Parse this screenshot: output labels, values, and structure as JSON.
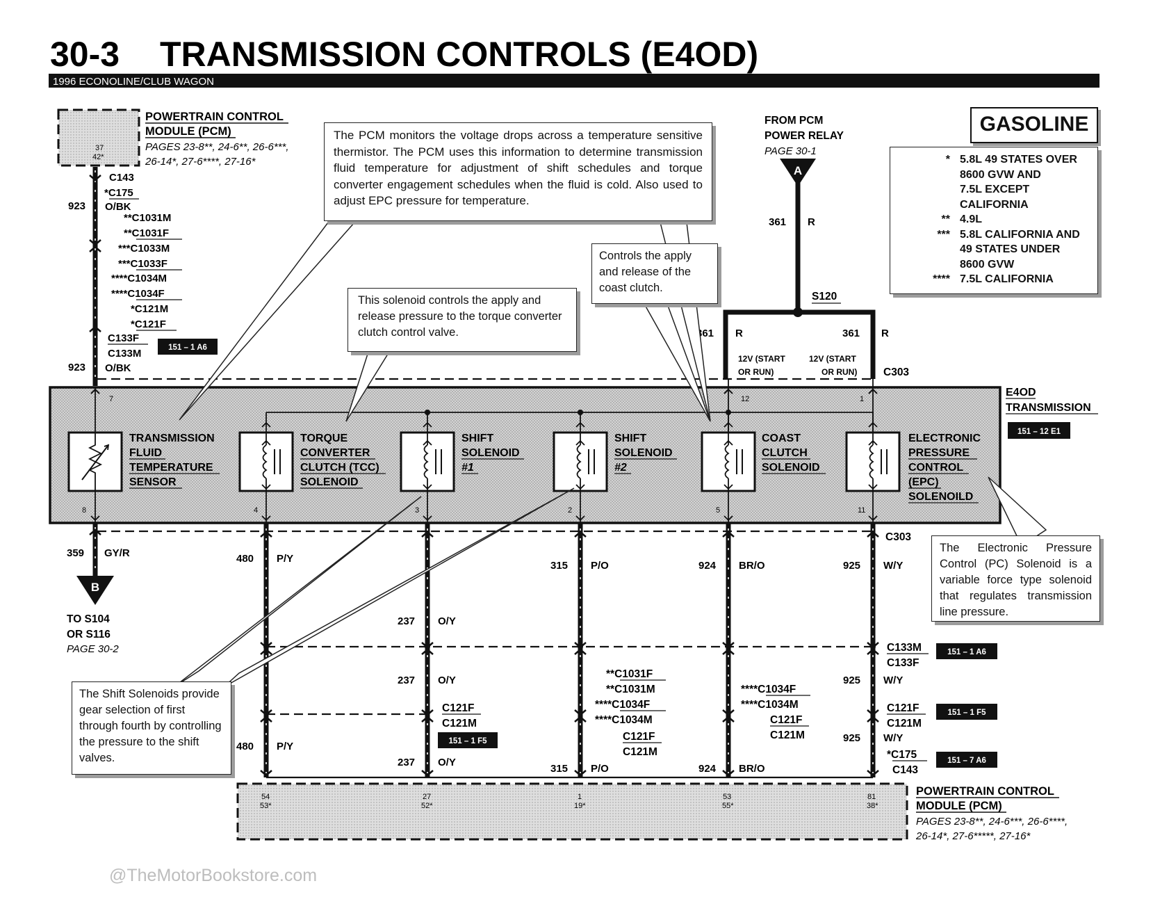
{
  "header": {
    "section": "30-3",
    "title": "TRANSMISSION CONTROLS (E4OD)",
    "vehicle": "1996 ECONOLINE/CLUB WAGON"
  },
  "badges": {
    "gasoline": "GASOLINE"
  },
  "legend": [
    {
      "mark": "*",
      "text": "5.8L 49 STATES OVER\n8600 GVW AND\n7.5L EXCEPT\nCALIFORNIA"
    },
    {
      "mark": "**",
      "text": "4.9L"
    },
    {
      "mark": "***",
      "text": "5.8L CALIFORNIA AND\n49 STATES UNDER\n8600 GVW"
    },
    {
      "mark": "****",
      "text": "7.5L CALIFORNIA"
    }
  ],
  "callouts": {
    "tft": "The PCM monitors the voltage drops across a temperature sensitive thermistor. The PCM uses this information to determine transmission fluid temperature for adjustment of shift schedules and torque converter engagement schedules when the fluid is cold. Also used to adjust EPC pressure for temperature.",
    "tcc": "This solenoid controls the apply and release pressure to the torque converter clutch control valve.",
    "coast": "Controls the apply and release of the coast clutch.",
    "epc": "The Electronic Pressure Control (PC) Solenoid is a variable force type solenoid that regulates transmission line pressure.",
    "shift": "The Shift Solenoids provide gear selection of first through fourth by controlling the pressure to the shift valves."
  },
  "pcm_top": {
    "title": [
      "POWERTRAIN CONTROL",
      "MODULE (PCM)"
    ],
    "pages": [
      "PAGES 23-8**, 24-6**, 26-6***,",
      "26-14*, 27-6****, 27-16*"
    ],
    "pins": [
      "37",
      "42*"
    ]
  },
  "pcm_bottom": {
    "title": [
      "POWERTRAIN CONTROL",
      "MODULE (PCM)"
    ],
    "pages": [
      "PAGES 23-8**, 24-6***, 26-6****,",
      "26-14*, 27-6*****, 27-16*"
    ],
    "pins": [
      [
        "54",
        "53*"
      ],
      [
        "27",
        "52*"
      ],
      [
        "1",
        "19*"
      ],
      [
        "53",
        "55*"
      ],
      [
        "81",
        "38*"
      ]
    ]
  },
  "pcm_relay": {
    "from": [
      "FROM PCM",
      "POWER RELAY"
    ],
    "page": "PAGE 30-1",
    "symbol": "A",
    "wire": "361",
    "color": "R",
    "splice": "S120",
    "left_wire": "361",
    "left_color": "R",
    "right_wire": "361",
    "right_color": "R",
    "note": [
      "12V (START",
      "OR RUN)"
    ],
    "connector": "C303"
  },
  "left_connectors": {
    "top": [
      "C143",
      "*C175"
    ],
    "mid": [
      "**C1031M",
      "**C1031F",
      "***C1033M",
      "***C1033F",
      "****C1034M",
      "****C1034F",
      "*C121M",
      "*C121F"
    ],
    "bottom": [
      "C133F",
      "C133M"
    ],
    "ref": "151 – 1 A6",
    "wire_top": "923",
    "color_top": "O/BK",
    "wire_bot": "923",
    "color_bot": "O/BK"
  },
  "transmission": {
    "name": [
      "E4OD",
      "TRANSMISSION"
    ],
    "ref": "151 – 12 E1",
    "pin_top_left": "7",
    "pin_12": "12",
    "pin_1": "1",
    "components": [
      {
        "name": [
          "TRANSMISSION",
          "FLUID",
          "TEMPERATURE",
          "SENSOR"
        ],
        "pin": "8"
      },
      {
        "name": [
          "TORQUE",
          "CONVERTER",
          "CLUTCH (TCC)",
          "SOLENOID"
        ],
        "pin": "4"
      },
      {
        "name": [
          "SHIFT",
          "SOLENOID",
          "#1"
        ],
        "pin": "3"
      },
      {
        "name": [
          "SHIFT",
          "SOLENOID",
          "#2"
        ],
        "pin": "2"
      },
      {
        "name": [
          "COAST",
          "CLUTCH",
          "SOLENOID"
        ],
        "pin": "5"
      },
      {
        "name": [
          "ELECTRONIC",
          "PRESSURE",
          "CONTROL",
          "(EPC)",
          "SOLENOILD"
        ],
        "pin": "11"
      }
    ]
  },
  "tft_out": {
    "wire": "359",
    "color": "GY/R",
    "symbol": "B",
    "to": [
      "TO S104",
      "OR S116"
    ],
    "page": "PAGE 30-2"
  },
  "bottom_wires": {
    "c303": "C303",
    "tcc_top": {
      "wire": "480",
      "color": "P/Y"
    },
    "tcc_bot": {
      "wire": "480",
      "color": "P/Y"
    },
    "ss1_mid": {
      "wire": "237",
      "color": "O/Y"
    },
    "ss1_low": {
      "wire": "237",
      "color": "O/Y"
    },
    "ss1_bot": {
      "wire": "237",
      "color": "O/Y"
    },
    "ss2_top": {
      "wire": "315",
      "color": "P/O"
    },
    "ss2_bot": {
      "wire": "315",
      "color": "P/O"
    },
    "cc_top": {
      "wire": "924",
      "color": "BR/O"
    },
    "cc_bot": {
      "wire": "924",
      "color": "BR/O"
    },
    "epc_top": {
      "wire": "925",
      "color": "W/Y"
    },
    "epc_mid": {
      "wire": "925",
      "color": "W/Y"
    },
    "epc_low": {
      "wire": "925",
      "color": "W/Y"
    }
  },
  "bottom_connectors": {
    "c133": [
      "C133M",
      "C133F"
    ],
    "c133_ref": "151 – 1 A6",
    "ss1_c121": [
      "C121F",
      "C121M"
    ],
    "ss1_ref": "151 – 1 F5",
    "ss2_list": [
      "**C1031F",
      "**C1031M",
      "****C1034F",
      "****C1034M",
      "C121F",
      "C121M"
    ],
    "cc_list": [
      "****C1034F",
      "****C1034M",
      "C121F",
      "C121M"
    ],
    "epc_c121": [
      "C121F",
      "C121M"
    ],
    "epc_c121_ref": "151 – 1 F5",
    "epc_c175": [
      "*C175",
      "C143"
    ],
    "epc_c175_ref": "151 – 7 A6"
  },
  "watermark": "@TheMotorBookstore.com"
}
